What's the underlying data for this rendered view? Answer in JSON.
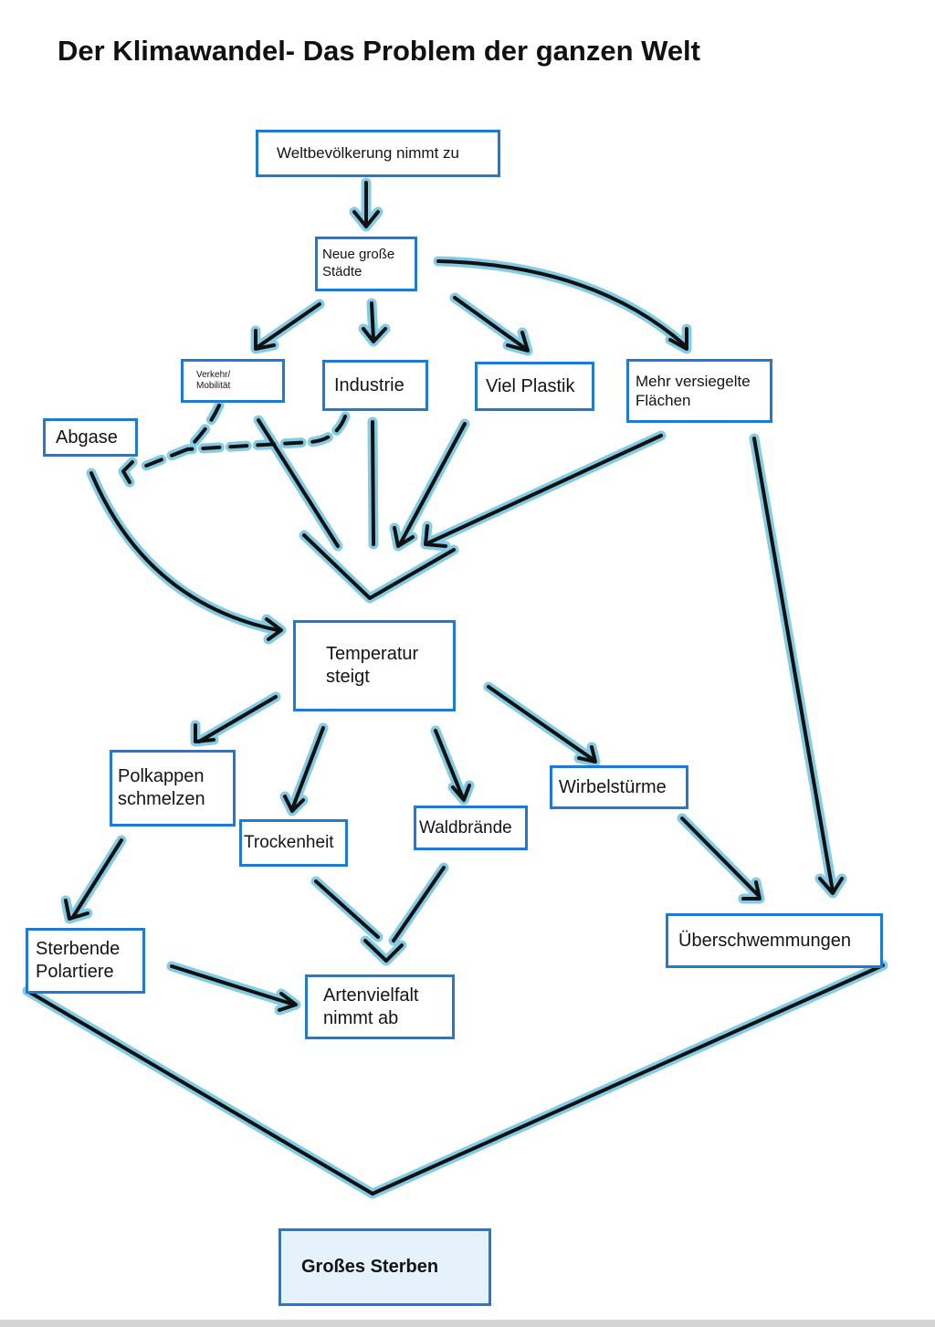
{
  "title": "Der Klimawandel- Das Problem der ganzen Welt",
  "colors": {
    "box_border": "#1f7bd1",
    "arrow_stroke": "#111111",
    "arrow_glow": "#6fc3df",
    "final_box_fill": "#e6f2fb"
  },
  "nodes": {
    "weltbevoelkerung": "Weltbevölkerung nimmt zu",
    "staedte": "Neue große\nStädte",
    "verkehr": "Verkehr/\nMobilität",
    "industrie": "Industrie",
    "plastik": "Viel Plastik",
    "versiegelt": "Mehr versiegelte\nFlächen",
    "abgase": "Abgase",
    "temperatur": "Temperatur\nsteigt",
    "polkappen": "Polkappen\nschmelzen",
    "trockenheit": "Trockenheit",
    "waldbraende": "Waldbrände",
    "wirbelstuerme": "Wirbelstürme",
    "polartiere": "Sterbende\nPolartiere",
    "artenvielfalt": "Artenvielfalt\nnimmt ab",
    "ueberschwemmungen": "Überschwemmungen",
    "sterben": "Großes Sterben"
  },
  "edges": [
    {
      "from": "weltbevoelkerung",
      "to": "staedte",
      "style": "solid"
    },
    {
      "from": "staedte",
      "to": "verkehr",
      "style": "solid"
    },
    {
      "from": "staedte",
      "to": "industrie",
      "style": "solid"
    },
    {
      "from": "staedte",
      "to": "plastik",
      "style": "solid"
    },
    {
      "from": "staedte",
      "to": "versiegelt",
      "style": "solid"
    },
    {
      "from": "verkehr",
      "to": "abgase",
      "style": "dashed"
    },
    {
      "from": "industrie",
      "to": "abgase",
      "style": "dashed"
    },
    {
      "from": "verkehr",
      "to": "temperatur",
      "style": "solid"
    },
    {
      "from": "industrie",
      "to": "temperatur",
      "style": "solid"
    },
    {
      "from": "plastik",
      "to": "temperatur",
      "style": "solid"
    },
    {
      "from": "versiegelt",
      "to": "temperatur",
      "style": "solid"
    },
    {
      "from": "abgase",
      "to": "temperatur",
      "style": "solid"
    },
    {
      "from": "versiegelt",
      "to": "ueberschwemmungen",
      "style": "solid"
    },
    {
      "from": "temperatur",
      "to": "polkappen",
      "style": "solid"
    },
    {
      "from": "temperatur",
      "to": "trockenheit",
      "style": "solid"
    },
    {
      "from": "temperatur",
      "to": "waldbraende",
      "style": "solid"
    },
    {
      "from": "temperatur",
      "to": "wirbelstuerme",
      "style": "solid"
    },
    {
      "from": "polkappen",
      "to": "polartiere",
      "style": "solid"
    },
    {
      "from": "trockenheit",
      "to": "artenvielfalt",
      "style": "solid"
    },
    {
      "from": "waldbraende",
      "to": "artenvielfalt",
      "style": "solid"
    },
    {
      "from": "polartiere",
      "to": "artenvielfalt",
      "style": "solid"
    },
    {
      "from": "wirbelstuerme",
      "to": "ueberschwemmungen",
      "style": "solid"
    },
    {
      "from": "polartiere",
      "to": "sterben",
      "style": "solid"
    },
    {
      "from": "ueberschwemmungen",
      "to": "sterben",
      "style": "solid"
    }
  ]
}
